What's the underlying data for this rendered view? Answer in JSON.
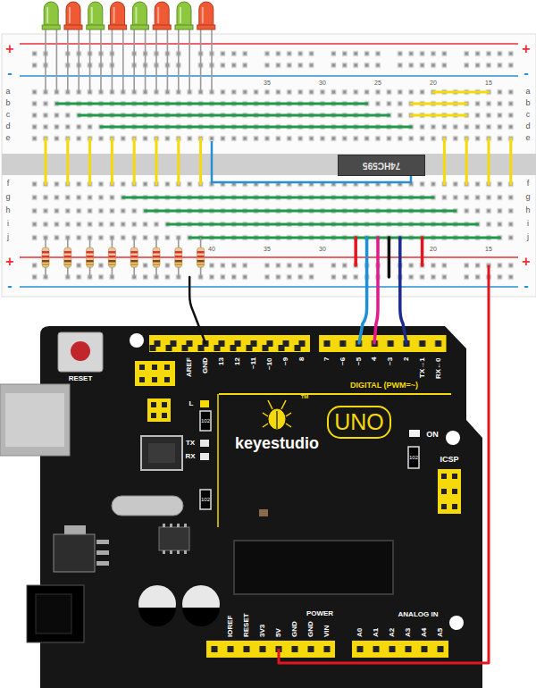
{
  "diagram": {
    "nodes": [
      {
        "text": [
          "74HC595"
        ]
      }
    ],
    "labels": [
      "a",
      "b",
      "c",
      "d",
      "e",
      "f",
      "g",
      "h",
      "i",
      "j",
      "a",
      "b",
      "c",
      "d",
      "e",
      "f",
      "g",
      "h",
      "i",
      "j",
      "+",
      "-",
      "+",
      "-",
      "+",
      "-",
      "+",
      "-",
      "35",
      "30",
      "25",
      "20",
      "15",
      "40",
      "35",
      "30",
      "20",
      "15",
      "RESET",
      "AREF",
      "GND",
      "13",
      "12",
      "~11",
      "~10",
      "~9",
      "8",
      "7",
      "~6",
      "~5",
      "4",
      "~3",
      "2",
      "TX→1",
      "RX←0",
      "DIGITAL (PWM=~)",
      "L",
      "TX",
      "RX",
      "102",
      "102",
      "102",
      "TM",
      "keyestudio",
      "UNO",
      "ON",
      "ICSP",
      "POWER",
      "IOREF",
      "RESET",
      "3V3",
      "5V",
      "GND",
      "GND",
      "VIN",
      "A0",
      "A1",
      "A2",
      "A3",
      "A4",
      "A5",
      "ANALOG IN"
    ]
  }
}
